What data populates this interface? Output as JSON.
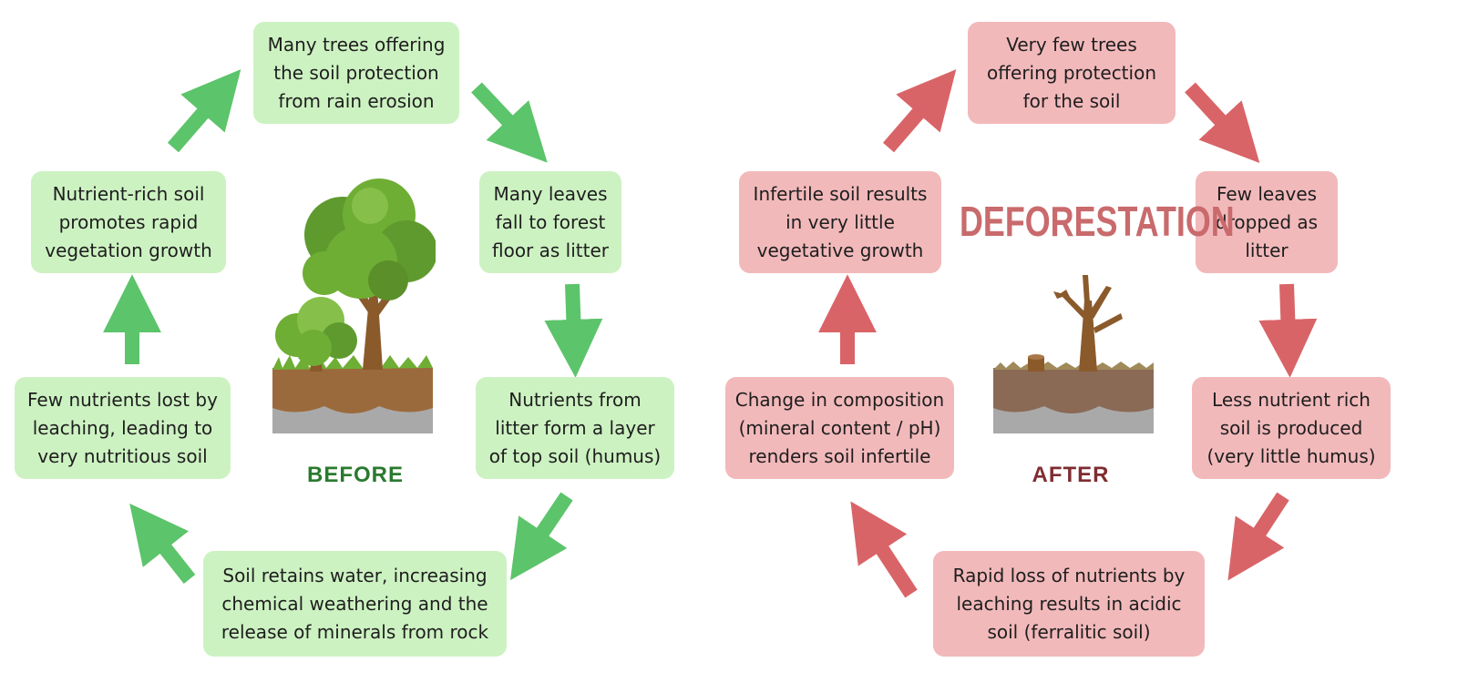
{
  "before": {
    "caption": "BEFORE",
    "boxes": [
      "Many trees offering\nthe soil protection\nfrom rain erosion",
      "Many leaves\nfall to forest\nfloor as litter",
      "Nutrients from\nlitter form a layer\nof top soil (humus)",
      "Soil retains water, increasing\nchemical weathering and the\nrelease of minerals from rock",
      "Few nutrients lost by\nleaching, leading to\nvery nutritious soil",
      "Nutrient-rich soil\npromotes rapid\nvegetation growth"
    ]
  },
  "after": {
    "caption": "AFTER",
    "title": "DEFORESTATION",
    "boxes": [
      "Very few trees\noffering protection\nfor the soil",
      "Few leaves\ndropped as\nlitter",
      "Less nutrient rich\nsoil is produced\n(very little humus)",
      "Rapid loss of nutrients by\nleaching results in acidic\nsoil (ferralitic soil)",
      "Change in composition\n(mineral content / pH)\nrenders soil infertile",
      "Infertile soil results\nin very little\nvegetative growth"
    ]
  },
  "colors": {
    "green_box": "#cdf2c2",
    "green_arrow": "#5cc46a",
    "red_box": "#f2b9bb",
    "red_arrow": "#d96468",
    "before_caption": "#2a7a2e",
    "after_caption": "#7e2d31",
    "deforestation_title": "#c96a6c"
  }
}
